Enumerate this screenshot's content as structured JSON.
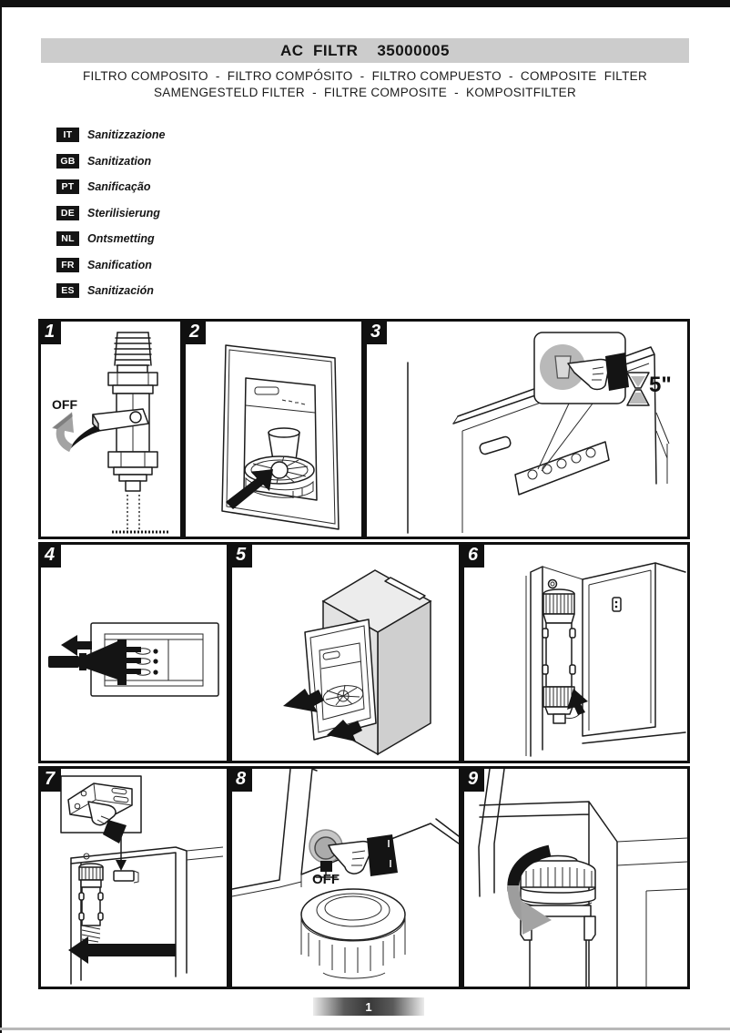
{
  "header": {
    "title": "AC  FILTR    35000005"
  },
  "subtitle": {
    "line1": "FILTRO COMPOSITO  -  FILTRO COMPÓSITO  -  FILTRO COMPUESTO  -  COMPOSITE  FILTER",
    "line2": "SAMENGESTELD FILTER  -  FILTRE COMPOSITE  -  KOMPOSITFILTER"
  },
  "languages": [
    {
      "code": "IT",
      "label": "Sanitizzazione"
    },
    {
      "code": "GB",
      "label": "Sanitization"
    },
    {
      "code": "PT",
      "label": "Sanificação"
    },
    {
      "code": "DE",
      "label": "Sterilisierung"
    },
    {
      "code": "NL",
      "label": "Ontsmetting"
    },
    {
      "code": "FR",
      "label": "Sanification"
    },
    {
      "code": "ES",
      "label": "Sanitización"
    }
  ],
  "steps": [
    {
      "number": "1",
      "label": "OFF",
      "icon": "valve-off-arrow-icon"
    },
    {
      "number": "2",
      "icon": "dispenser-glass-arrow-icon"
    },
    {
      "number": "3",
      "duration": "5\"",
      "icon": "hourglass-icon"
    },
    {
      "number": "4",
      "icon": "unplug-arrow-icon"
    },
    {
      "number": "5",
      "icon": "remove-panel-arrows-icon"
    },
    {
      "number": "6",
      "icon": "filter-cartridge-arrow-icon"
    },
    {
      "number": "7",
      "icon": "bracket-pointing-hand-icon"
    },
    {
      "number": "8",
      "label": "OFF",
      "icon": "press-button-hand-icon"
    },
    {
      "number": "9",
      "icon": "rotate-cap-arrow-icon"
    }
  ],
  "footer": {
    "page_number": "1"
  },
  "colors": {
    "header_bar": "#cccccc",
    "badge_black": "#141414",
    "gray_arrow": "#a3a3a3"
  }
}
